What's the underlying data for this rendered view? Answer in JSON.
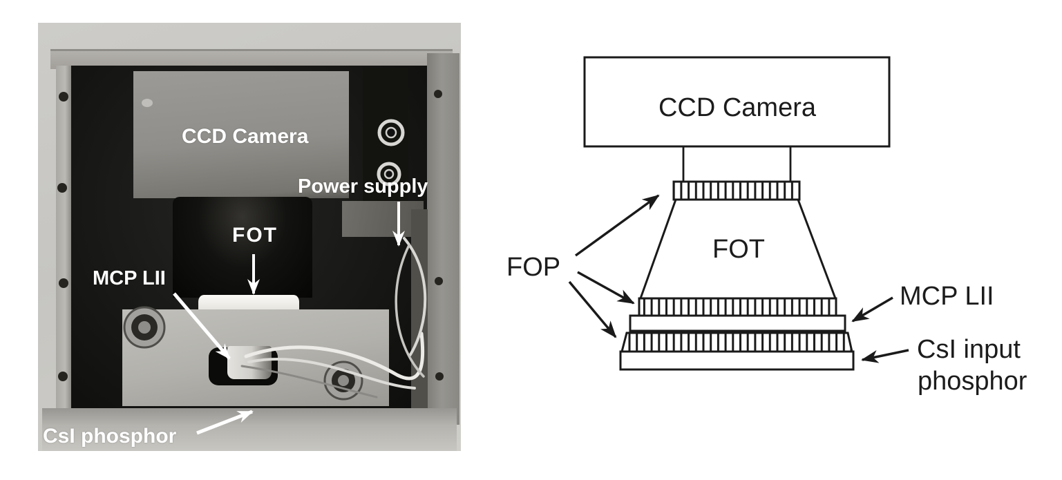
{
  "photo": {
    "labels": {
      "ccd": "CCD Camera",
      "power": "Power supply",
      "fot": "FOT",
      "mcp": "MCP LII",
      "csi": "CsI phosphor"
    }
  },
  "diagram": {
    "labels": {
      "ccd": "CCD Camera",
      "fot": "FOT",
      "fop": "FOP",
      "mcp": "MCP LII",
      "csi_line1": "CsI input",
      "csi_line2": "phosphor"
    }
  },
  "colors": {
    "line": "#1a1a1a",
    "photo_label": "#ffffff",
    "wall_gray": "#c6c5c1",
    "interior_black": "#161614"
  }
}
